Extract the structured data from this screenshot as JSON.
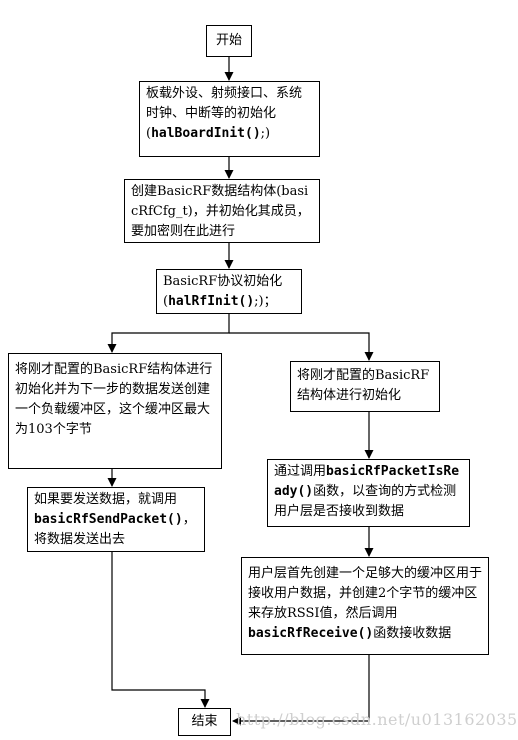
{
  "nodes": {
    "start": {
      "text": "开始"
    },
    "init_board": {
      "pre": "板载外设、射频接口、系统时钟、中断等的初始化(",
      "code": "halBoardInit()",
      "post": ";)"
    },
    "create_struct": {
      "text": "创建BasicRF数据结构体(basicRfCfg_t)，并初始化其成员，要加密则在此进行"
    },
    "rf_init": {
      "pre": "BasicRF协议初始化(",
      "code": "halRfInit()",
      "post": ";)；"
    },
    "send_config": {
      "text": "将刚才配置的BasicRF结构体进行初始化并为下一步的数据发送创建一个负载缓冲区，这个缓冲区最大为103个字节"
    },
    "send_packet": {
      "pre": "如果要发送数据，就调用",
      "code": "basicRfSendPacket(",
      "mid": ")",
      "post": "，将数据发送出去"
    },
    "recv_config": {
      "text": "将刚才配置的BasicRF结构体进行初始化"
    },
    "packet_ready": {
      "pre": "通过调用",
      "code": "basicRfPacketIsReady()",
      "post": "函数，以查询的方式检测用户层是否接收到数据"
    },
    "receive": {
      "pre": "用户层首先创建一个足够大的缓冲区用于接收用户数据，并创建2个字节的缓冲区来存放RSSI值，然后调用",
      "code": "basicRfReceive()",
      "post": "函数接收数据"
    },
    "end": {
      "text": "结束"
    }
  },
  "watermark": "http://blog.csdn.net/u013162035"
}
